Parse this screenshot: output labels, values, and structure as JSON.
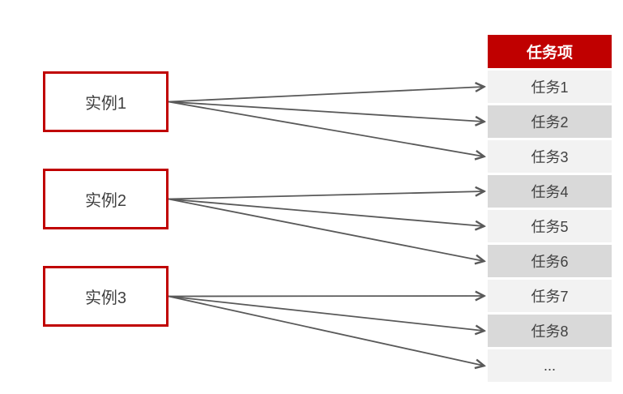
{
  "diagram": {
    "instances": [
      {
        "label": "实例1"
      },
      {
        "label": "实例2"
      },
      {
        "label": "实例3"
      }
    ],
    "task_table": {
      "header": "任务项",
      "rows": [
        "任务1",
        "任务2",
        "任务3",
        "任务4",
        "任务5",
        "任务6",
        "任务7",
        "任务8",
        "..."
      ]
    },
    "connections": [
      {
        "from": 0,
        "to": 0
      },
      {
        "from": 0,
        "to": 1
      },
      {
        "from": 0,
        "to": 2
      },
      {
        "from": 1,
        "to": 3
      },
      {
        "from": 1,
        "to": 4
      },
      {
        "from": 1,
        "to": 5
      },
      {
        "from": 2,
        "to": 6
      },
      {
        "from": 2,
        "to": 7
      },
      {
        "from": 2,
        "to": 8
      }
    ],
    "colors": {
      "accent": "#C00000",
      "arrow": "#595959",
      "row_light": "#F2F2F2",
      "row_dark": "#D9D9D9",
      "text_dark": "#404040"
    }
  }
}
